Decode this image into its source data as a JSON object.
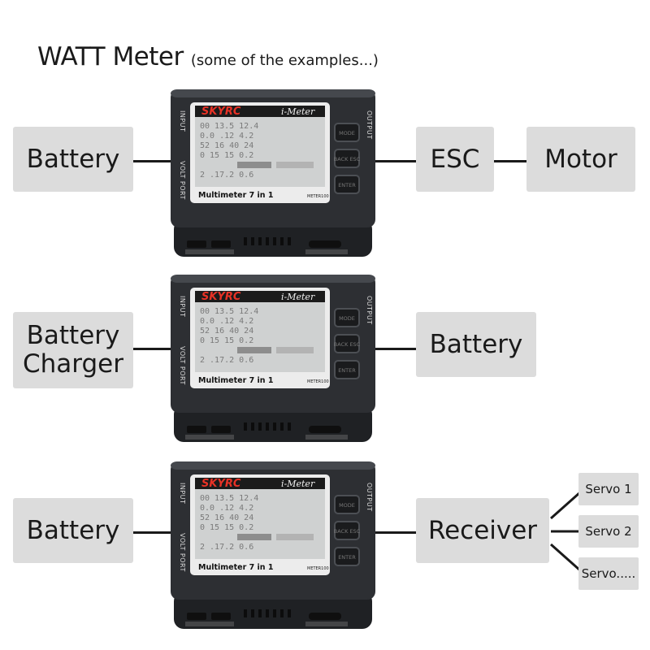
{
  "title": {
    "main": "WATT Meter",
    "sub": "(some of the examples...)"
  },
  "device": {
    "brand": "SKYRC",
    "model": "i-Meter",
    "caption": "Multimeter 7 in 1",
    "code": "METER100",
    "input_label": "INPUT",
    "output_label": "OUTPUT",
    "volt_port_label": "VOLT PORT",
    "buttons": [
      "MODE",
      "BACK ESC",
      "ENTER"
    ],
    "lcd_lines": [
      "00 13.5 12.4",
      "0.0 .12 4.2",
      "52 16 40 24",
      "0 15 15 0.2",
      "",
      "2 .17.2 0.6"
    ]
  },
  "rows": [
    {
      "source": "Battery",
      "sink": "ESC",
      "extra": "Motor"
    },
    {
      "source_lines": [
        "Battery",
        "Charger"
      ],
      "sink": "Battery"
    },
    {
      "source": "Battery",
      "sink": "Receiver",
      "outputs": [
        "Servo 1",
        "Servo 2",
        "Servo....."
      ]
    }
  ],
  "colors": {
    "box_fill": "#dcdcdc",
    "wire": "#1a1a1a",
    "device_body": "#2d2f33",
    "brand_red": "#e83226"
  }
}
